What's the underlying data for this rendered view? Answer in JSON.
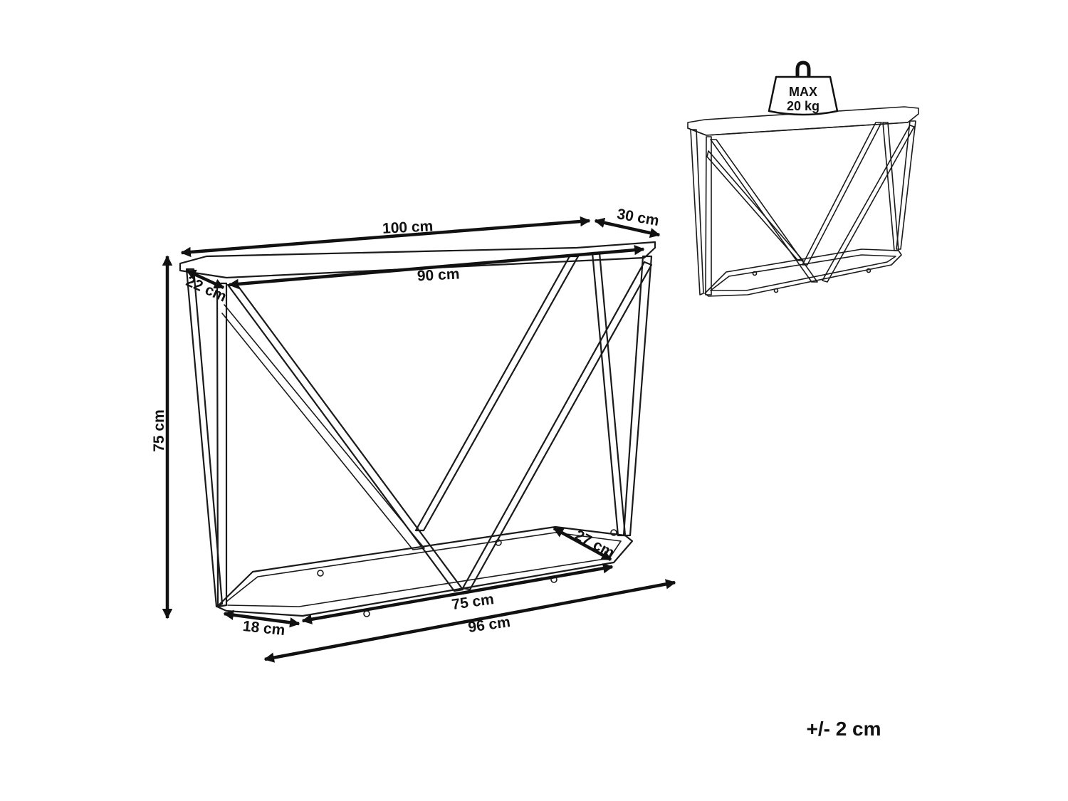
{
  "dimensions": {
    "top_length": "100 cm",
    "top_depth": "30 cm",
    "frame_top_length": "90 cm",
    "frame_top_depth": "22 cm",
    "height": "75 cm",
    "base_inner_length": "75 cm",
    "base_depth_right": "27 cm",
    "base_end_left": "18 cm",
    "base_length": "96 cm"
  },
  "load_badge": {
    "line1": "MAX",
    "line2": "20 kg"
  },
  "tolerance": "+/- 2 cm",
  "colors": {
    "line": "#1a1a1a",
    "background": "#ffffff"
  }
}
